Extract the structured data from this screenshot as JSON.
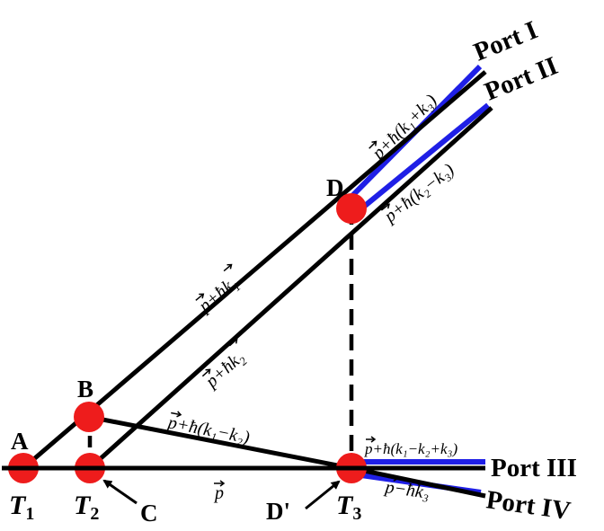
{
  "colors": {
    "line": "#000000",
    "beam": "#1f1fe6",
    "node": "#ee1c1c"
  },
  "nodes": {
    "A": "A",
    "B": "B",
    "C": "C",
    "D": "D",
    "Dprime": "D'"
  },
  "times": {
    "t1": {
      "base": "T",
      "sub": "1"
    },
    "t2": {
      "base": "T",
      "sub": "2"
    },
    "t3": {
      "base": "T",
      "sub": "3"
    }
  },
  "ports": {
    "p1": "Port I",
    "p2": "Port II",
    "p3": "Port III",
    "p4": "Port IV"
  },
  "momenta": {
    "m_p": "p",
    "m_pk1": "p+ħk",
    "m_pk1_sub": "1",
    "m_pk2": "p+ħk",
    "m_pk2_sub": "2",
    "m_pk1mk2": "p+ħ(k₁−k₂)",
    "m_pk1pk3": "p+ħ(k₁+k₃)",
    "m_pk2mk3": "p+ħ(k₂−k₃)",
    "m_pk1mk2pk3": "p+ħ(k₁−k₂+k₃)",
    "m_pmk3": "p−ħk₃"
  }
}
